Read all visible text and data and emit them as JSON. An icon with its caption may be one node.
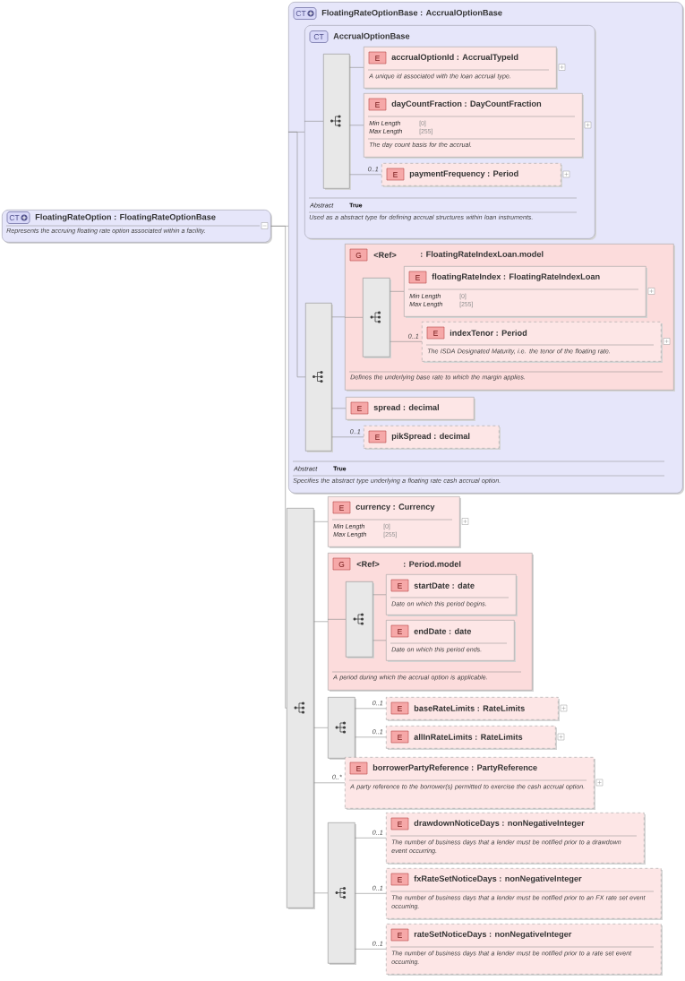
{
  "diagram": {
    "nodes": [
      {
        "text": [
          "CT",
          "FloatingRateOption : FloatingRateOptionBase",
          "Represents the accruing floating rate option associated within a facility."
        ]
      },
      {
        "text": [
          "CT",
          "FloatingRateOptionBase : AccrualOptionBase",
          "Abstract",
          "True",
          "Specifies the abstract type underlying a floating rate cash accrual option."
        ]
      },
      {
        "text": [
          "CT",
          "AccrualOptionBase",
          "Abstract",
          "True",
          "Used as a abstract type for defining accrual structures within loan instruments."
        ],
        "in": 1
      },
      {
        "text": [],
        "shape": "bar",
        "in": 2
      },
      {
        "text": [
          "E",
          "accrualOptionId : AccrualTypeId",
          "A unique id associated with the loan accrual type."
        ],
        "in": 2
      },
      {
        "text": [
          "E",
          "dayCountFraction : DayCountFraction",
          "Min Length",
          "[0]",
          "Max Length",
          "[255]",
          "The day count basis for the accrual."
        ],
        "in": 2
      },
      {
        "text": [
          "E",
          "paymentFrequency : Period"
        ],
        "beside": [
          "0..1"
        ],
        "in": 2
      },
      {
        "text": [],
        "shape": "bar",
        "in": 1
      },
      {
        "text": [
          "G",
          "<Ref>",
          ": FloatingRateIndexLoan.model",
          "Defines the underlying base rate to which the margin applies."
        ],
        "in": 1
      },
      {
        "text": [],
        "shape": "bar",
        "in": 8
      },
      {
        "text": [
          "E",
          "floatingRateIndex : FloatingRateIndexLoan",
          "Min Length",
          "[0]",
          "Max Length",
          "[255]"
        ],
        "in": 8
      },
      {
        "text": [
          "E",
          "indexTenor : Period",
          "The ISDA Designated Maturity, i.e. the tenor of the floating rate."
        ],
        "beside": [
          "0..1"
        ],
        "in": 8
      },
      {
        "text": [
          "E",
          "spread : decimal"
        ],
        "in": 1
      },
      {
        "text": [
          "E",
          "pikSpread : decimal"
        ],
        "beside": [
          "0..1"
        ],
        "in": 1
      },
      {
        "text": [],
        "shape": "bar"
      },
      {
        "text": [
          "E",
          "currency : Currency",
          "Min Length",
          "[0]",
          "Max Length",
          "[255]"
        ]
      },
      {
        "text": [
          "G",
          "<Ref>",
          ": Period.model",
          "A period during which the accrual option is applicable."
        ]
      },
      {
        "text": [],
        "shape": "bar",
        "in": 16
      },
      {
        "text": [
          "E",
          "startDate : date",
          "Date on which this period begins."
        ],
        "in": 16
      },
      {
        "text": [
          "E",
          "endDate : date",
          "Date on which this period ends."
        ],
        "in": 16
      },
      {
        "text": [],
        "shape": "bar"
      },
      {
        "text": [
          "E",
          "baseRateLimits : RateLimits"
        ],
        "beside": [
          "0..1"
        ]
      },
      {
        "text": [
          "E",
          "allInRateLimits : RateLimits"
        ],
        "beside": [
          "0..1"
        ]
      },
      {
        "text": [
          "E",
          "borrowerPartyReference : PartyReference",
          "A party reference to the borrower(s) permitted to exercise the cash accrual option."
        ],
        "beside": [
          "0..*"
        ]
      },
      {
        "text": [],
        "shape": "bar"
      },
      {
        "text": [
          "E",
          "drawdownNoticeDays : nonNegativeInteger",
          "The number of business days that a lender must be notified prior to a drawdown event occurring."
        ],
        "beside": [
          "0..1"
        ]
      },
      {
        "text": [
          "E",
          "fxRateSetNoticeDays : nonNegativeInteger",
          "The number of business days that a lender must be notified prior to an FX rate set event occurring."
        ],
        "beside": [
          "0..1"
        ]
      },
      {
        "text": [
          "E",
          "rateSetNoticeDays : nonNegativeInteger",
          "The number of business days that a lender must be notified prior to a rate set event occurring."
        ],
        "beside": [
          "0..1"
        ]
      }
    ],
    "edges": [
      {
        "from": 0,
        "to": 1,
        "arrow": "none"
      },
      {
        "from": 0,
        "to": 14,
        "arrow": "none"
      },
      {
        "from": 1,
        "to": 2,
        "arrow": "none"
      },
      {
        "from": 1,
        "to": 7,
        "arrow": "none"
      },
      {
        "from": 2,
        "to": 3,
        "arrow": "none"
      },
      {
        "from": 3,
        "to": 4,
        "arrow": "none"
      },
      {
        "from": 3,
        "to": 5,
        "arrow": "none"
      },
      {
        "from": 3,
        "to": 6,
        "arrow": "none"
      },
      {
        "from": 7,
        "to": 8,
        "arrow": "none"
      },
      {
        "from": 8,
        "to": 9,
        "arrow": "none"
      },
      {
        "from": 9,
        "to": 10,
        "arrow": "none"
      },
      {
        "from": 9,
        "to": 11,
        "arrow": "none"
      },
      {
        "from": 7,
        "to": 12,
        "arrow": "none"
      },
      {
        "from": 7,
        "to": 13,
        "arrow": "none"
      },
      {
        "from": 14,
        "to": 15,
        "arrow": "none"
      },
      {
        "from": 14,
        "to": 16,
        "arrow": "none"
      },
      {
        "from": 16,
        "to": 17,
        "arrow": "none"
      },
      {
        "from": 17,
        "to": 18,
        "arrow": "none"
      },
      {
        "from": 17,
        "to": 19,
        "arrow": "none"
      },
      {
        "from": 14,
        "to": 20,
        "arrow": "none"
      },
      {
        "from": 20,
        "to": 21,
        "arrow": "none"
      },
      {
        "from": 20,
        "to": 22,
        "arrow": "none"
      },
      {
        "from": 14,
        "to": 23,
        "arrow": "none"
      },
      {
        "from": 14,
        "to": 24,
        "arrow": "none"
      },
      {
        "from": 24,
        "to": 25,
        "arrow": "none"
      },
      {
        "from": 24,
        "to": 26,
        "arrow": "none"
      },
      {
        "from": 24,
        "to": 27,
        "arrow": "none"
      }
    ]
  }
}
